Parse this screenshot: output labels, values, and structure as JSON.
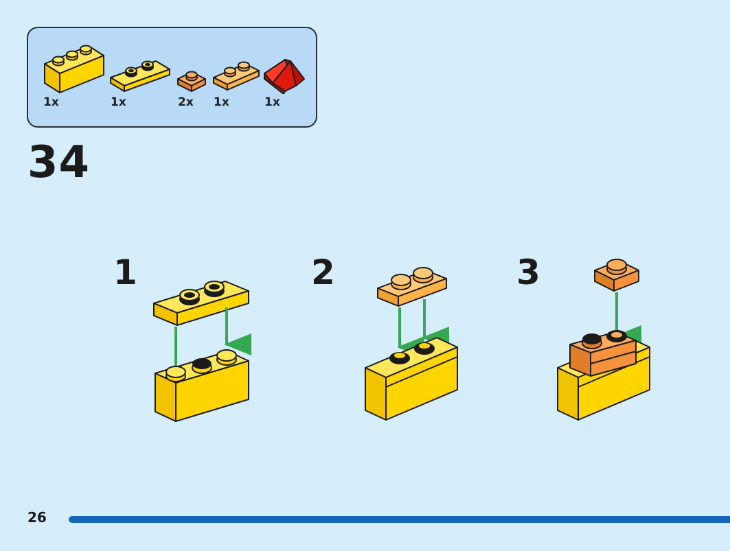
{
  "parts": [
    {
      "name": "yellow-brick-1x3",
      "qty": "1x",
      "color": "#ffd500"
    },
    {
      "name": "yellow-plate-1x3",
      "qty": "1x",
      "color": "#ffd500"
    },
    {
      "name": "orange-plate-1x1",
      "qty": "2x",
      "color": "#f6923b"
    },
    {
      "name": "light-orange-plate-1x2",
      "qty": "1x",
      "color": "#ffb347"
    },
    {
      "name": "red-slope-brick",
      "qty": "1x",
      "color": "#dd1a0c"
    }
  ],
  "step": {
    "number": "34"
  },
  "sub_steps": [
    {
      "label": "1"
    },
    {
      "label": "2"
    },
    {
      "label": "3"
    }
  ],
  "footer": {
    "page_number": "26",
    "progress": 1.0
  },
  "colors": {
    "background": "#d6edfb",
    "parts_box": "#b9daf6",
    "yellow": "#ffd500",
    "orange": "#f6923b",
    "light_orange": "#ffb347",
    "red": "#dd1a0c",
    "arrow": "#36a853",
    "progress_bar": "#1466b8"
  }
}
